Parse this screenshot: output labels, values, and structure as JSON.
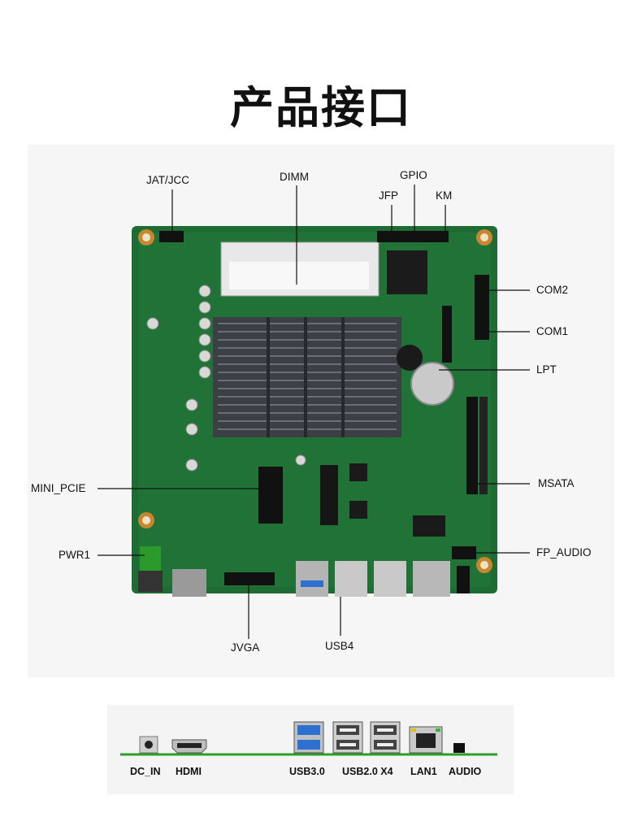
{
  "title": "产品接口",
  "board_labels": {
    "jat_jcc": "JAT/JCC",
    "dimm": "DIMM",
    "gpio": "GPIO",
    "jfp": "JFP",
    "km": "KM",
    "com2": "COM2",
    "com1": "COM1",
    "lpt": "LPT",
    "mini_pcie": "MINI_PCIE",
    "msata": "MSATA",
    "pwr1": "PWR1",
    "fp_audio": "FP_AUDIO",
    "jvga": "JVGA",
    "usb4": "USB4"
  },
  "io_labels": {
    "dc_in": "DC_IN",
    "hdmi": "HDMI",
    "usb30": "USB3.0",
    "usb20": "USB2.0 X4",
    "lan1": "LAN1",
    "audio": "AUDIO"
  },
  "colors": {
    "pcb": "#1f6b34",
    "heatsink": "#3c3f44",
    "leader": "#111111",
    "io_line": "#2e9a2e",
    "usb3_blue": "#2f6fd0"
  }
}
